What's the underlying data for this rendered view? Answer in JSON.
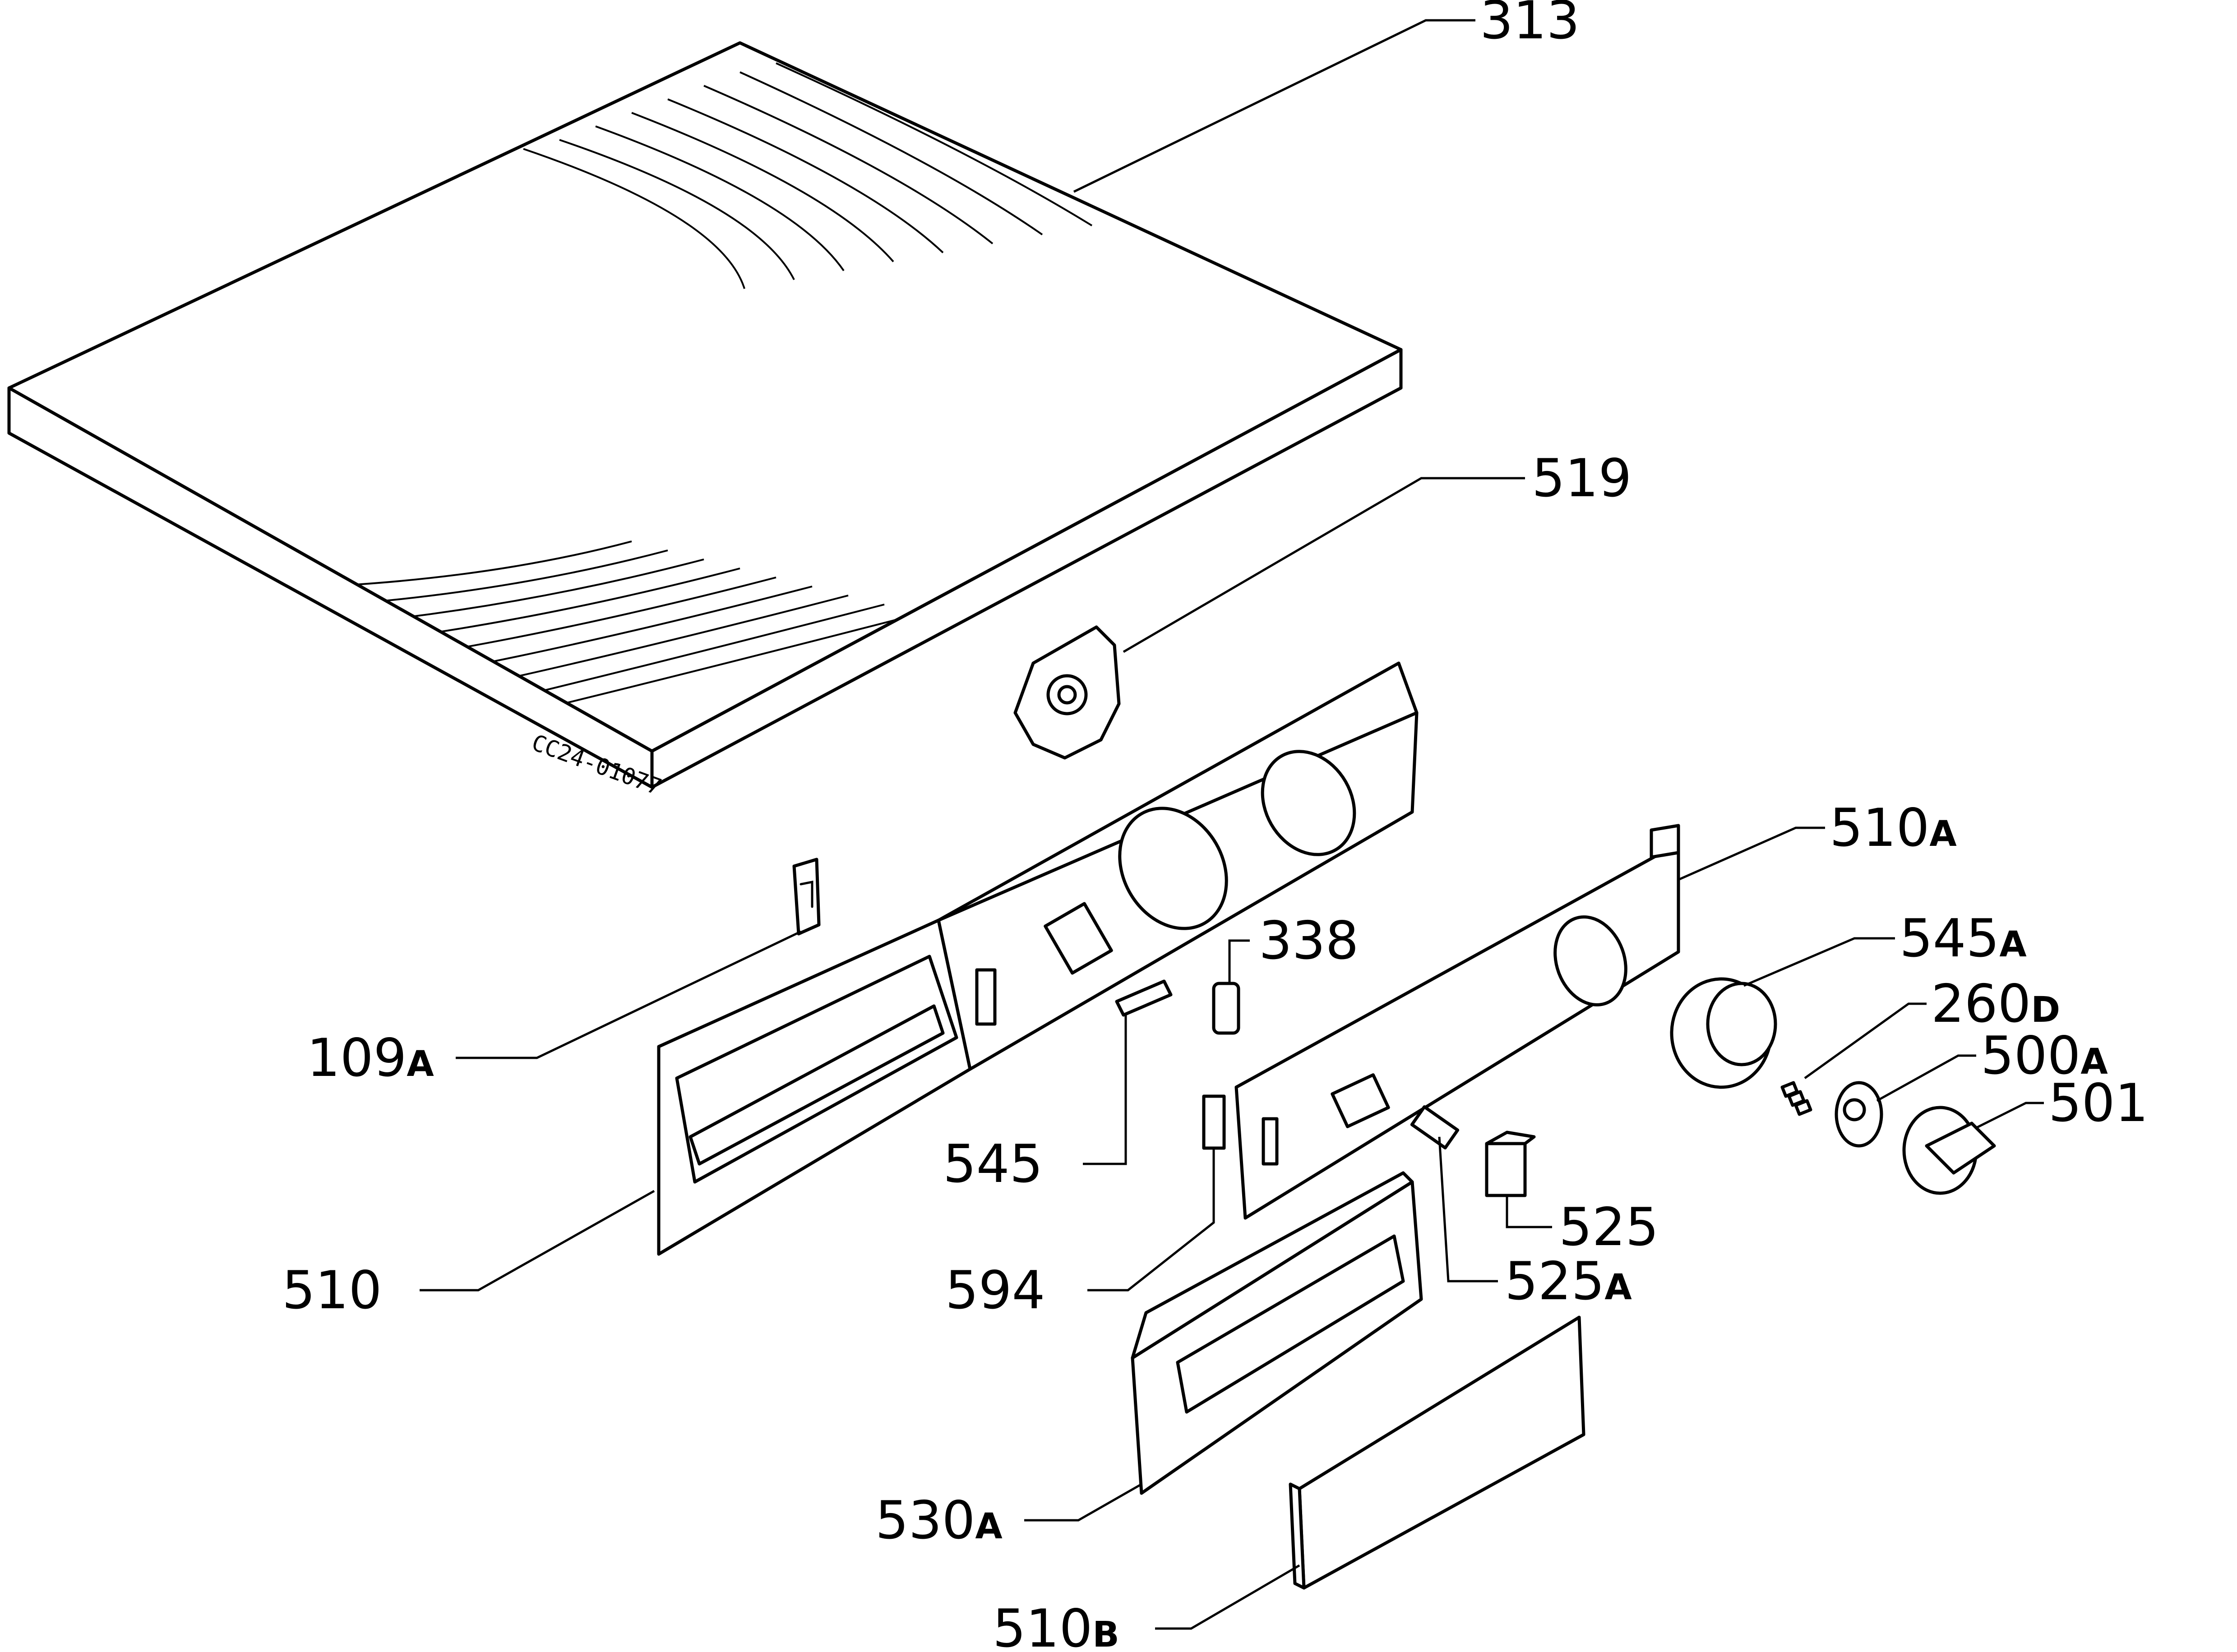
{
  "diagram": {
    "code": "CC24-01077",
    "labels": {
      "p313": "313",
      "p519": "519",
      "p510a_num": "510",
      "p510a_suf": "A",
      "p545a_num": "545",
      "p545a_suf": "A",
      "p338": "338",
      "p260d_num": "260",
      "p260d_suf": "D",
      "p500a_num": "500",
      "p500a_suf": "A",
      "p501": "501",
      "p109a_num": "109",
      "p109a_suf": "A",
      "p545": "545",
      "p525": "525",
      "p525a_num": "525",
      "p525a_suf": "A",
      "p510": "510",
      "p594": "594",
      "p530a_num": "530",
      "p530a_suf": "A",
      "p510b_num": "510",
      "p510b_suf": "B"
    }
  }
}
